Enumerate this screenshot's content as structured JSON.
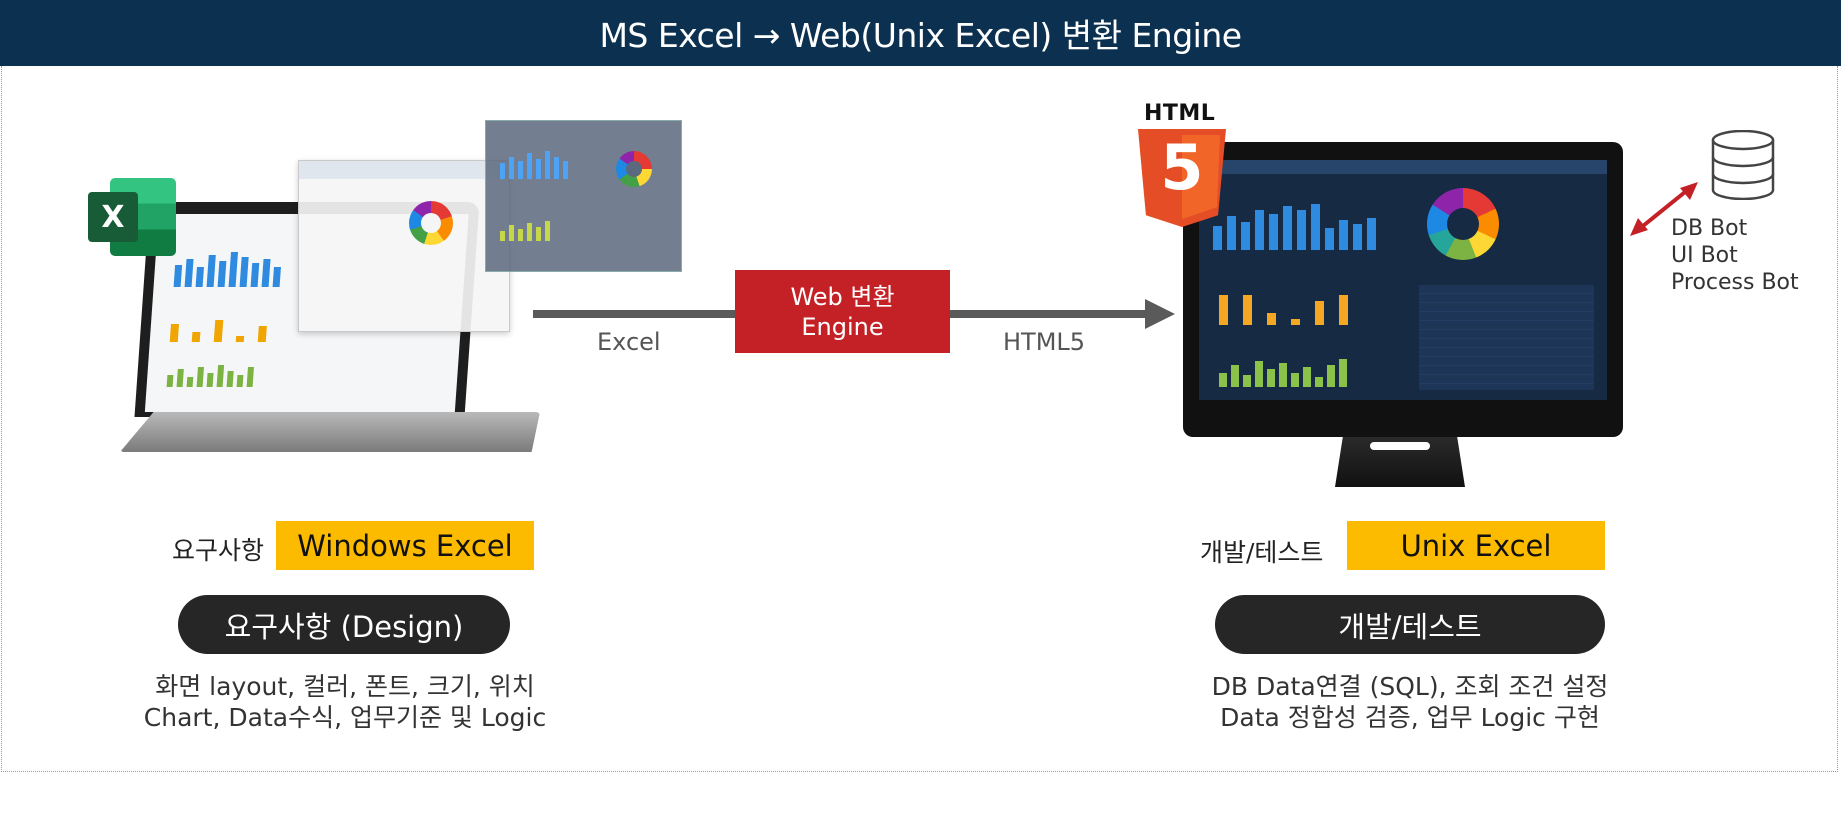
{
  "header": {
    "title": "MS Excel → Web(Unix Excel) 변환 Engine"
  },
  "flow": {
    "engine_line1": "Web 변환",
    "engine_line2": "Engine",
    "input_label": "Excel",
    "output_label": "HTML5"
  },
  "left": {
    "caption": "요구사항",
    "tag": "Windows Excel",
    "pill": "요구사항 (Design)",
    "desc_line1": "화면 layout, 컬러, 폰트, 크기, 위치",
    "desc_line2": "Chart, Data수식, 업무기준 및 Logic"
  },
  "right": {
    "caption": "개발/테스트",
    "tag": "Unix Excel",
    "pill": "개발/테스트",
    "desc_line1": "DB Data연결 (SQL), 조회 조건 설정",
    "desc_line2": "Data 정합성 검증, 업무 Logic 구현"
  },
  "bots": [
    "DB Bot",
    "UI Bot",
    "Process Bot"
  ],
  "icons": {
    "html5_text": "HTML",
    "html5_number": "5",
    "excel_letter": "X"
  },
  "colors": {
    "header": "#0c3150",
    "engine": "#c42126",
    "tag": "#fdbb00",
    "pill": "#262626",
    "arrow_red": "#c42126",
    "html5": "#e44d26"
  }
}
